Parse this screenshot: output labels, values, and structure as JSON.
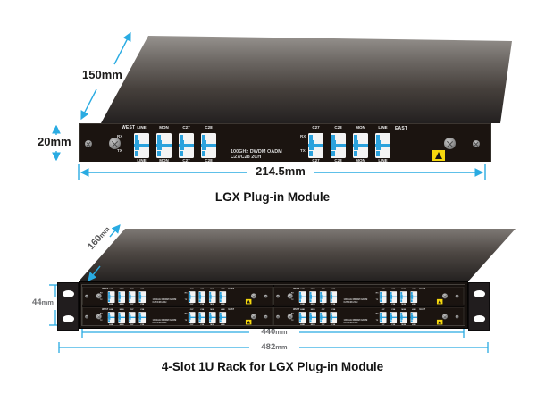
{
  "module": {
    "title": "LGX Plug-in Module",
    "dimensions": {
      "depth": {
        "value": "150",
        "unit": "mm"
      },
      "height": {
        "value": "20",
        "unit": "mm"
      },
      "width": {
        "value": "214.5",
        "unit": "mm"
      }
    },
    "faceplate": {
      "west_label": "WEST",
      "east_label": "EAST",
      "rx_label": "RX",
      "tx_label": "TX",
      "west_ports": [
        "LINE",
        "MON",
        "C27",
        "C28"
      ],
      "east_ports": [
        "C27",
        "C28",
        "MON",
        "LINE"
      ],
      "product_line1": "100GHz DWDM OADM",
      "product_line2": "C27/C28 2CH"
    }
  },
  "rack": {
    "title": "4-Slot 1U Rack for LGX Plug-in Module",
    "slot_count": 4,
    "dimensions": {
      "depth": {
        "value": "160",
        "unit": "mm"
      },
      "height": {
        "value": "44",
        "unit": "mm"
      },
      "inner_width": {
        "value": "440",
        "unit": "mm"
      },
      "outer_width": {
        "value": "482",
        "unit": "mm"
      }
    }
  },
  "colors": {
    "dimension_blue": "#29abe2",
    "panel_black": "#1b1410",
    "port_white": "#f4f4f4",
    "port_latch_blue": "#2ba2dd",
    "esd_yellow": "#f6d80e"
  }
}
